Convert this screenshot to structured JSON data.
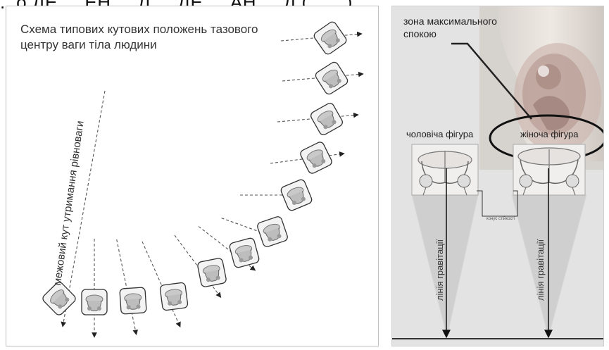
{
  "header": {
    "cut_text": "...о ДЕ  ...  ЕН ... Л ... ДЕ  ... АН ... Д (... ...)"
  },
  "left_panel": {
    "title_line1": "Схема типових кутових положень тазового",
    "title_line2": "центру ваги тіла людини",
    "boundary_label": "межовий кут утримання рівноваги"
  },
  "right_panel": {
    "zone_label_line1": "зона максимального",
    "zone_label_line2": "спокою",
    "male_label": "чоловіча фігура",
    "female_label": "жіноча фігура",
    "support_label": "конус стійкості",
    "gravity_label_left": "лінія гравітації",
    "gravity_label_right": "лінія гравітації"
  },
  "icons": [
    "pelvis-icon",
    "arrow-icon",
    "ellipse-outline"
  ],
  "colors": {
    "border": "#bfbfbf",
    "dashed": "#555555",
    "photo_bg": "#d8d8d8",
    "cone": "#cfcfcf"
  }
}
